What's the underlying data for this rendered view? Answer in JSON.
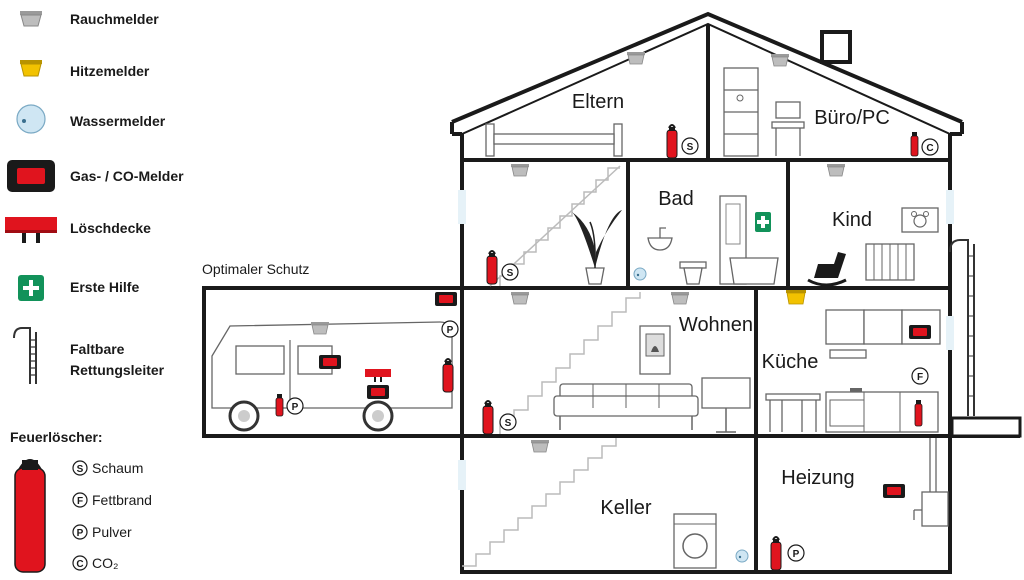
{
  "legend": {
    "smoke": "Rauchmelder",
    "heat": "Hitzemelder",
    "water": "Wassermelder",
    "gas": "Gas- / CO-Melder",
    "blanket": "Löschdecke",
    "firstaid": "Erste Hilfe",
    "ladder_line1": "Faltbare",
    "ladder_line2": "Rettungsleiter",
    "extinguisher_title": "Feuerlöscher:",
    "ext_types": [
      {
        "letter": "S",
        "label": "Schaum"
      },
      {
        "letter": "F",
        "label": "Fettbrand"
      },
      {
        "letter": "P",
        "label": "Pulver"
      },
      {
        "letter": "C",
        "label": "CO₂"
      }
    ]
  },
  "caption": "Optimaler Schutz",
  "rooms": {
    "eltern": "Eltern",
    "buero": "Büro/PC",
    "bad": "Bad",
    "kind": "Kind",
    "wohnen": "Wohnen",
    "kueche": "Küche",
    "heizung": "Heizung",
    "keller": "Keller"
  },
  "badges": {
    "eltern": "S",
    "buero": "C",
    "stairs_upper": "S",
    "camper_top": "P",
    "camper_bottom": "P",
    "wohnen": "S",
    "kueche": "F",
    "heizung": "P"
  },
  "colors": {
    "red": "#e0141e",
    "yellow": "#f2c200",
    "smoke_gray": "#b9b9b9",
    "water_blue": "#cfe6f3",
    "firstaid_green": "#12925a",
    "line": "#1a1a1a"
  }
}
